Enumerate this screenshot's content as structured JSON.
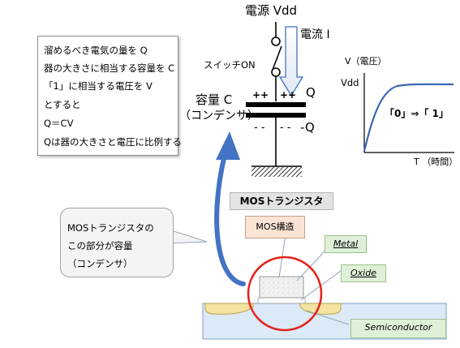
{
  "circuit": {
    "power_label": "電源 Vdd",
    "current_label": "電流 I",
    "switch_label": "スイッチON",
    "capacitor_label_1": "容量 C",
    "capacitor_label_2": "（コンデンサ）",
    "plus_left": "++",
    "plus_right": "++",
    "charge_q": "Q",
    "minus_left": "- -",
    "minus_right": "- -",
    "charge_neg_q": "-Q"
  },
  "explanation": {
    "lines": [
      "溜めるべき電気の量を Q",
      "器の大きさに相当する容量を C",
      "「1」に相当する電圧を V",
      "とすると",
      "Q＝CV",
      "Qは器の大きさと電圧に比例する"
    ]
  },
  "graph": {
    "y_axis_label": "V（電圧）",
    "y_tick_label": "Vdd",
    "x_axis_label": "T （時間）",
    "annotation": "「0」⇒「 1」"
  },
  "mos": {
    "title": "MOSトランジスタ",
    "structure_label": "MOS構造",
    "metal_label": "Metal",
    "oxide_label": "Oxide",
    "semiconductor_label": "Semiconductor"
  },
  "callout": {
    "lines": [
      "MOSトランジスタの",
      "この部分が容量",
      "（コンデンサ）"
    ]
  },
  "colors": {
    "curve": "#3a66b6",
    "arrow_blue": "#4472c4",
    "circle_red": "#e2231a",
    "metal_fill": "#efefef",
    "substrate_fill": "#dce9f7",
    "diffusion_fill": "#f4e3a0"
  }
}
